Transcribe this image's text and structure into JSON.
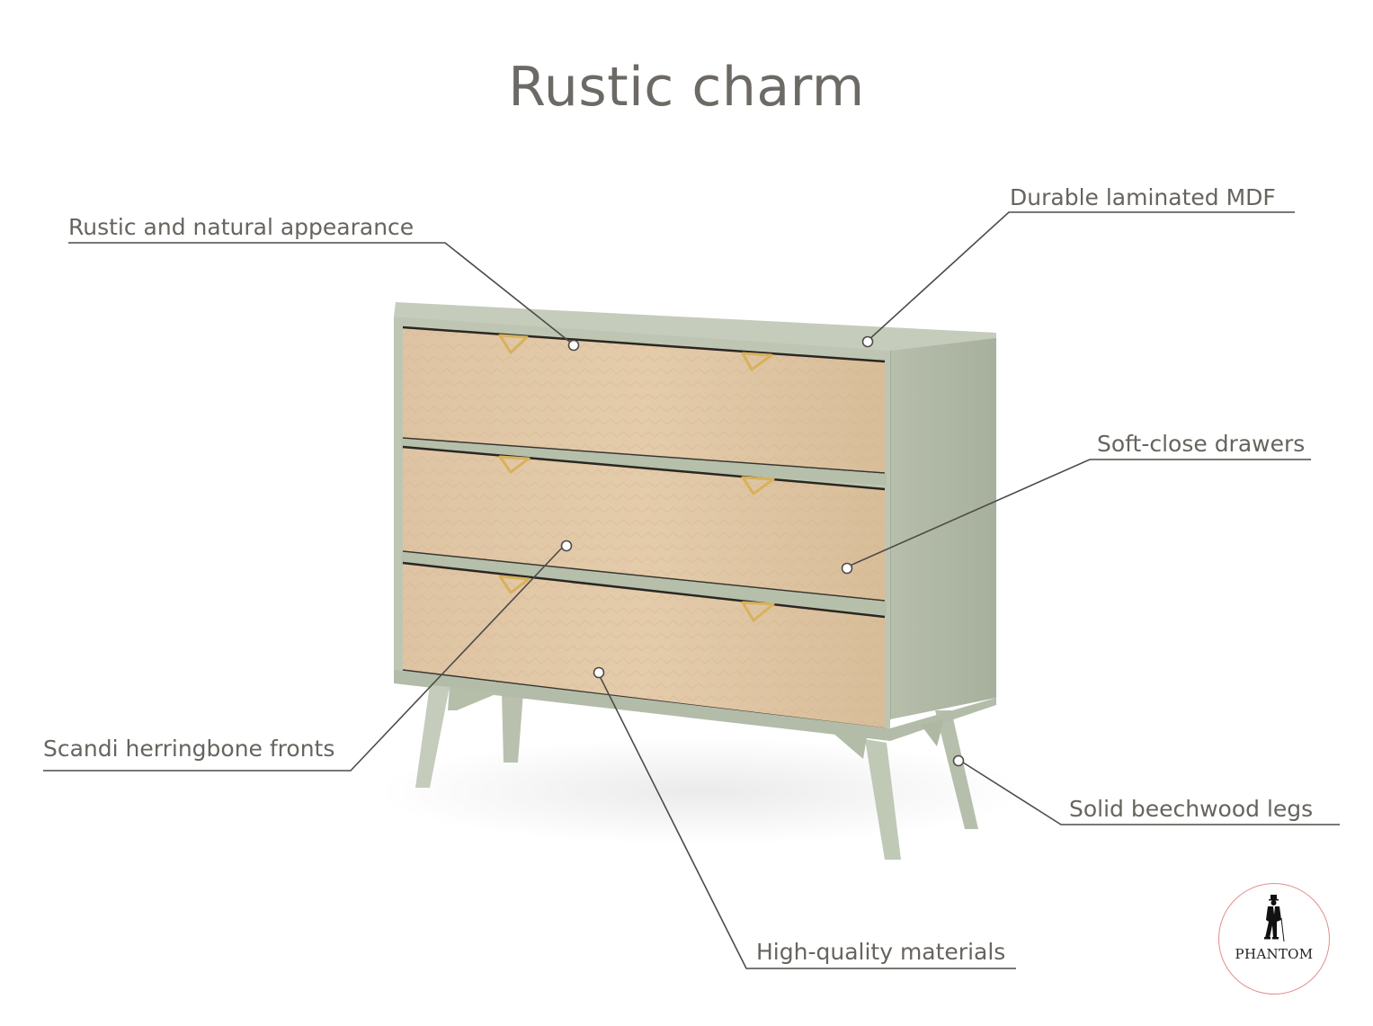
{
  "page": {
    "title": "Rustic charm"
  },
  "callouts": [
    {
      "id": "rustic",
      "label": "Rustic and natural appearance"
    },
    {
      "id": "mdf",
      "label": "Durable laminated MDF"
    },
    {
      "id": "softclose",
      "label": "Soft-close drawers"
    },
    {
      "id": "scandi",
      "label": "Scandi herringbone fronts"
    },
    {
      "id": "legs",
      "label": "Solid beechwood legs"
    },
    {
      "id": "materials",
      "label": "High-quality materials"
    }
  ],
  "product": {
    "name": "dresser",
    "drawer_count": 3,
    "handles_per_drawer": 2,
    "colors": {
      "frame": "#bcc4b2",
      "frame_shade": "#a9b29f",
      "frame_top": "#c4cab9",
      "wood": "#dcc2a0",
      "wood_light": "#e6cfb0",
      "handle": "#d9b25a",
      "legs": "#c3cbb9"
    }
  },
  "logo": {
    "text": "PHANTOM",
    "ring_color": "#e28d8d"
  },
  "theme": {
    "text_color": "#67645f",
    "line_color": "#4e4b47",
    "background": "#ffffff"
  }
}
